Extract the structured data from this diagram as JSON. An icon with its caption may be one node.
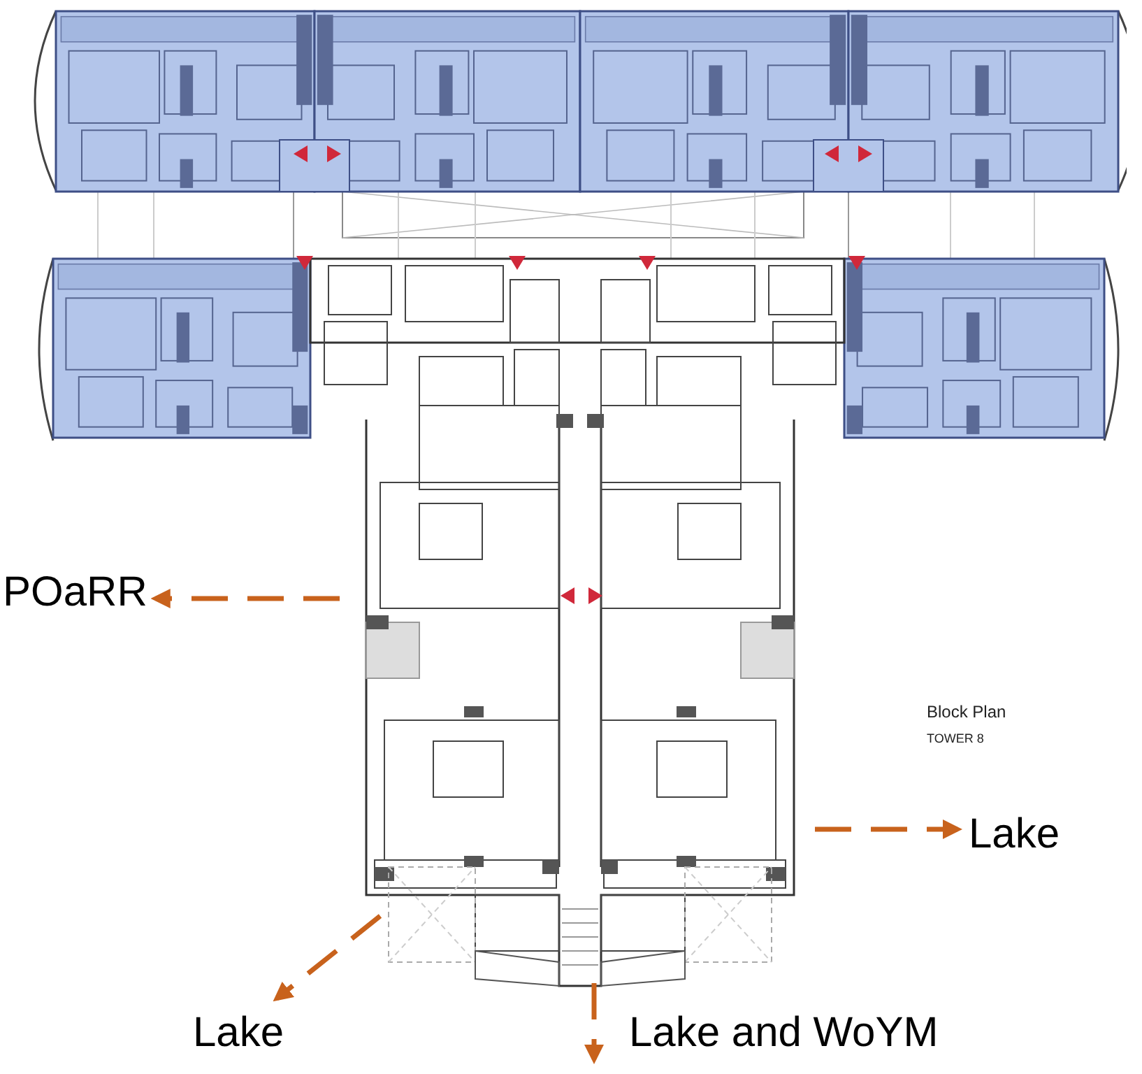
{
  "diagram": {
    "nodes": [
      {
        "text": [
          "POaRR"
        ]
      },
      {
        "text": [
          "Lake"
        ]
      },
      {
        "text": [
          "Lake"
        ]
      },
      {
        "text": [
          "Lake and WoYM"
        ]
      }
    ],
    "edges": [
      {
        "from": null,
        "to": 0,
        "arrow": "to",
        "style": "dashed"
      },
      {
        "from": null,
        "to": 1,
        "arrow": "to",
        "style": "dashed"
      },
      {
        "from": null,
        "to": 2,
        "arrow": "to",
        "style": "dashed"
      },
      {
        "from": null,
        "to": 3,
        "arrow": "to",
        "style": "dashed"
      }
    ],
    "labels": [
      "Block Plan",
      "TOWER 8"
    ]
  }
}
